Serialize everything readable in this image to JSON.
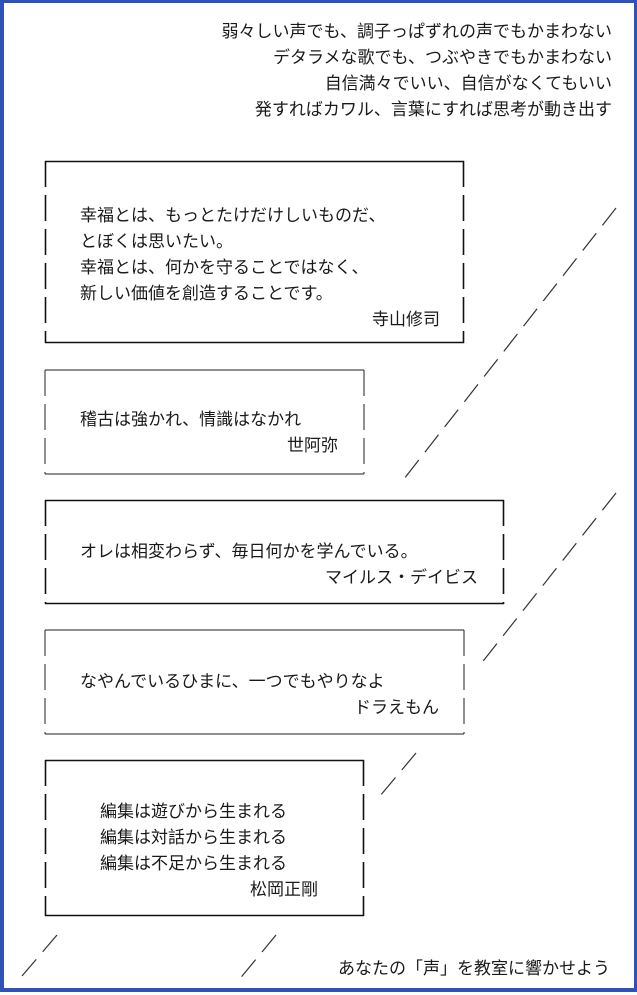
{
  "intro": {
    "lines": [
      "弱々しい声でも、調子っぱずれの声でもかまわない",
      "デタラメな歌でも、つぶやきでもかまわない",
      "自信満々でいい、自信がなくてもいい",
      "発すればカワル、言葉にすれば思考が動き出す"
    ]
  },
  "quotes": [
    {
      "lines": [
        "幸福とは、もっとたけだけしいものだ、",
        "とぼくは思いたい。",
        "幸福とは、何かを守ることではなく、",
        "新しい価値を創造することです。"
      ],
      "author": "寺山修司"
    },
    {
      "lines": [
        "稽古は強かれ、情識はなかれ"
      ],
      "author": "世阿弥"
    },
    {
      "lines": [
        "オレは相変わらず、毎日何かを学んでいる。"
      ],
      "author": "マイルス・デイビス"
    },
    {
      "lines": [
        "なやんでいるひまに、一つでもやりなよ"
      ],
      "author": "ドラえもん"
    },
    {
      "lines": [
        "編集は遊びから生まれる",
        "編集は対話から生まれる",
        "編集は不足から生まれる"
      ],
      "author": "松岡正剛"
    }
  ],
  "footer": "あなたの「声」を教室に響かせよう",
  "colors": {
    "frame": "#2f52b6",
    "ink": "#1a1a1a"
  }
}
